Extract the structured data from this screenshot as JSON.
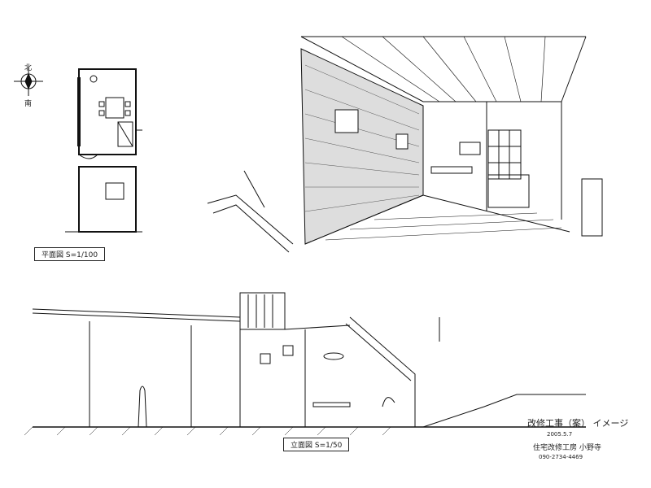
{
  "compass": {
    "north": "北",
    "south": "南"
  },
  "plan": {
    "label": "平面図 S=1/100"
  },
  "elevation": {
    "label": "立面図 S=1/50"
  },
  "title_block": {
    "title": "改修工事（案） イメージ",
    "date": "2005.5.7",
    "office": "住宅改修工房 小野寺",
    "phone": "090-2734-4469"
  }
}
